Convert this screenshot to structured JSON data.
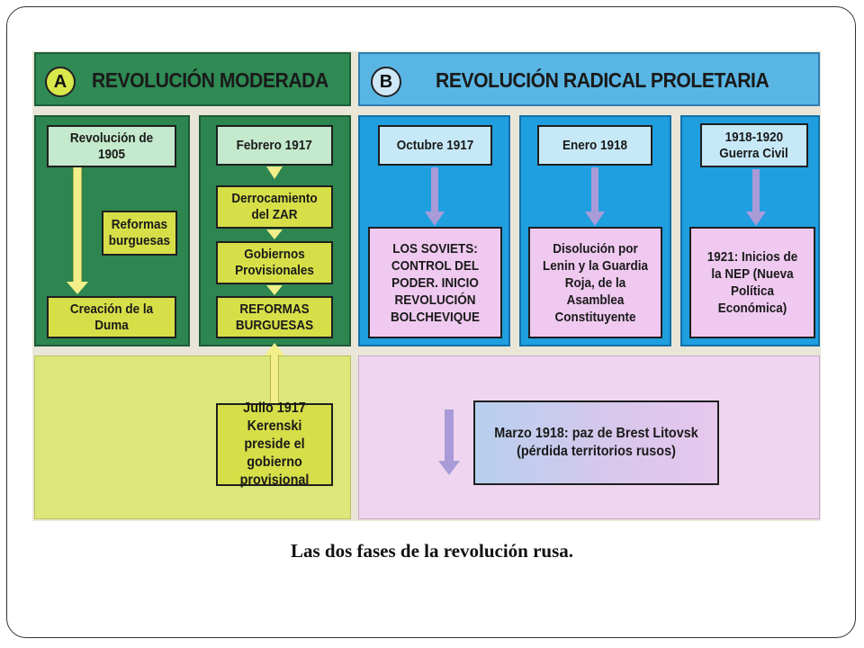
{
  "phase_a": {
    "badge": "A",
    "title": "REVOLUCIÓN MODERADA",
    "color": "#2f8a54",
    "boxes": {
      "rev_1905": "Revolución de 1905",
      "reformas": "Reformas burguesas",
      "duma": "Creación de la Duma",
      "febrero": "Febrero 1917",
      "derrocamiento": "Derrocamiento del ZAR",
      "gobiernos": "Gobiernos Provisionales",
      "reformas_mayus": "REFORMAS BURGUESAS",
      "julio": "Julio 1917 Kerenski preside el gobierno provisional"
    }
  },
  "phase_b": {
    "badge": "B",
    "title": "REVOLUCIÓN RADICAL PROLETARIA",
    "color": "#59b6e4",
    "boxes": {
      "octubre": "Octubre 1917",
      "soviets": "LOS SOVIETS: CONTROL DEL PODER. INICIO REVOLUCIÓN BOLCHEVIQUE",
      "enero": "Enero 1918",
      "disolucion": "Disolución por Lenin y la Guardia Roja, de la Asamblea Constituyente",
      "civil_years": "1918-1920",
      "civil_label": "Guerra Civil",
      "nep": "1921: Inicios de la NEP (Nueva Política Económica)",
      "marzo": "Marzo 1918: paz de Brest Litovsk (pérdida territorios rusos)"
    }
  },
  "caption": "Las dos fases de la revolución rusa."
}
